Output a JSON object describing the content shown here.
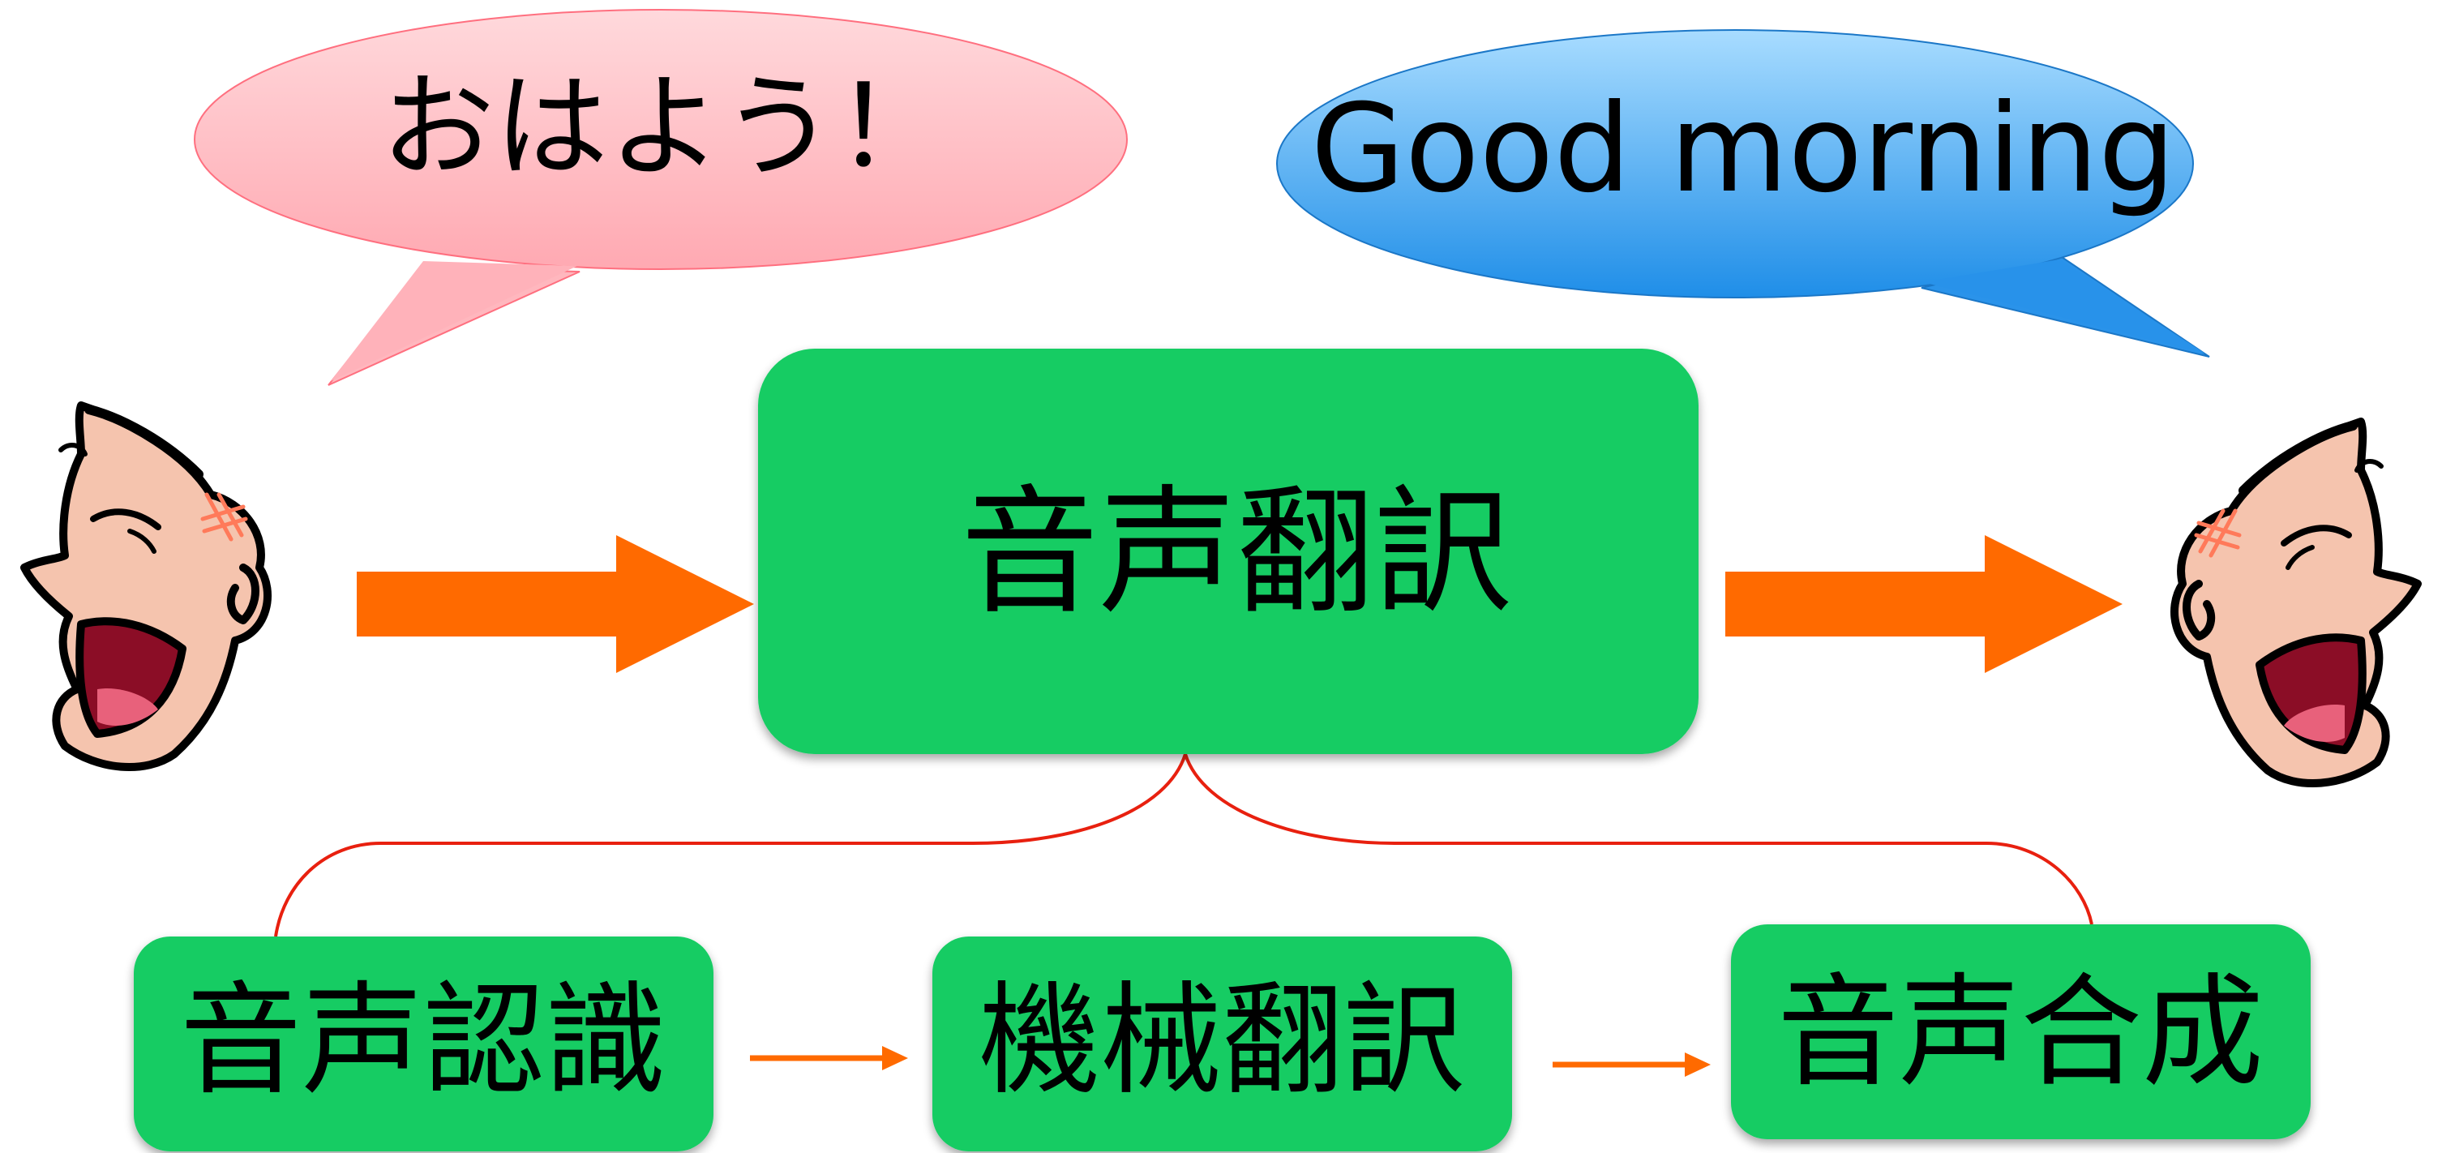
{
  "speech_bubbles": {
    "japanese": {
      "text": "おはよう！"
    },
    "english": {
      "text": "Good morning"
    }
  },
  "main_box": {
    "label": "音声翻訳"
  },
  "sub_steps": [
    {
      "label": "音声認識"
    },
    {
      "label": "機械翻訳"
    },
    {
      "label": "音声合成"
    }
  ],
  "colors": {
    "box_green": "#14cc63",
    "arrow_orange": "#ff6a00",
    "connector_red": "#e8200f",
    "bubble_pink": "#ffc7cc",
    "bubble_blue": "#48a9ef",
    "skin": "#f5c4ae"
  },
  "icons": [
    "laughing-face-left-icon",
    "laughing-face-right-icon"
  ]
}
